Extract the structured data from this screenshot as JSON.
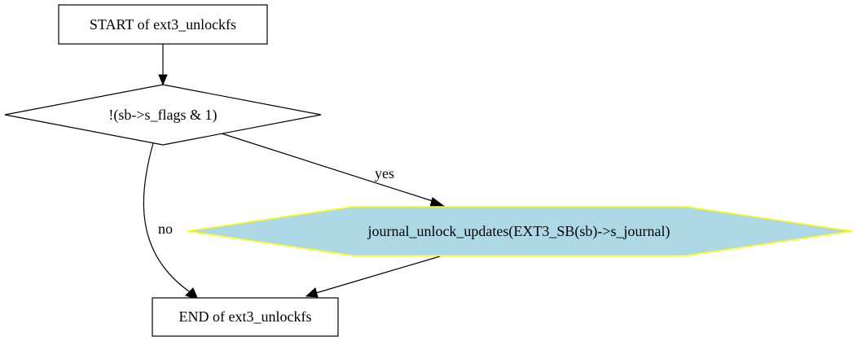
{
  "diagram": {
    "nodes": {
      "start": {
        "label": "START of ext3_unlockfs",
        "shape": "rectangle"
      },
      "condition": {
        "label": "!(sb->s_flags & 1)",
        "shape": "diamond"
      },
      "action": {
        "label": "journal_unlock_updates(EXT3_SB(sb)->s_journal)",
        "shape": "hexagon",
        "fill_color": "#add8e6",
        "stroke_color": "#ffff00"
      },
      "end": {
        "label": "END of ext3_unlockfs",
        "shape": "rectangle"
      }
    },
    "edges": {
      "start_to_condition": {
        "label": ""
      },
      "condition_yes": {
        "label": "yes"
      },
      "condition_no": {
        "label": "no"
      },
      "action_to_end": {
        "label": ""
      }
    }
  }
}
